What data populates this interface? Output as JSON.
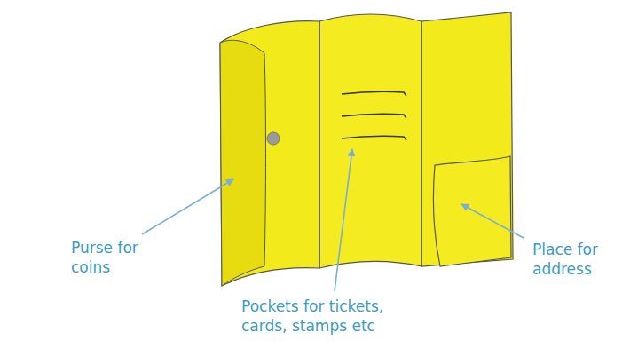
{
  "diagram": {
    "labels": [
      "Purse for coins",
      "Pockets for tickets, cards, stamps etc",
      "Place for address"
    ]
  }
}
